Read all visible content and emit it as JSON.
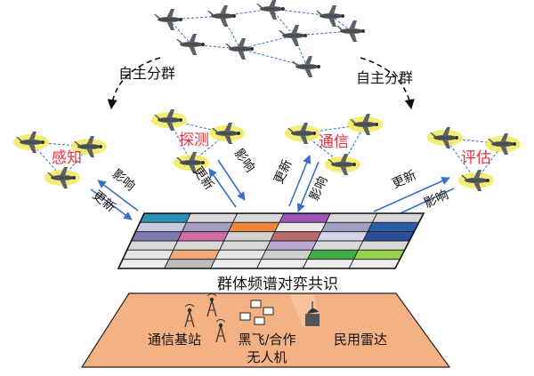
{
  "labels": {
    "split_left": "自主分群",
    "split_right": "自主分群",
    "consensus": "群体频谱对弈共识",
    "group_sense": "感知",
    "group_detect": "探测",
    "group_comm": "通信",
    "group_eval": "评估",
    "update": "更新",
    "influence": "影响",
    "base_station": "通信基站",
    "black_fly_line1": "黑飞/合作",
    "black_fly_line2": "无人机",
    "civil_radar": "民用雷达"
  },
  "colors": {
    "group_label": "#e8323c",
    "arrow_blue": "#3a6fc4",
    "ground_fill": "#f4b183",
    "swarm_halo": "#f2ea5a",
    "grid_cells": [
      [
        "#2e8fb5",
        "#d9d9d9",
        "#d9d9d9",
        "#9e57b8",
        "#d9d9d9",
        "#d9d9d9"
      ],
      [
        "#c9c9df",
        "#9fa0c4",
        "#f0863a",
        "#e8e8e8",
        "#9fa0c4",
        "#2a5fa8"
      ],
      [
        "#7d7db0",
        "#d46aa6",
        "#d0d0d0",
        "#b96a6a",
        "#d4d4e8",
        "#2c4d99"
      ],
      [
        "#d9d9d9",
        "#d9d9d9",
        "#d9d9d9",
        "#b9a9d9",
        "#d9d9d9",
        "#d9d9d9"
      ],
      [
        "#e6e6e6",
        "#f2a977",
        "#e6e6e6",
        "#cfcfcf",
        "#3fae49",
        "#9bd04c"
      ],
      [
        "#ededed",
        "#bcbcbc",
        "#ededed",
        "#ededed",
        "#ededed",
        "#ededed"
      ]
    ]
  }
}
